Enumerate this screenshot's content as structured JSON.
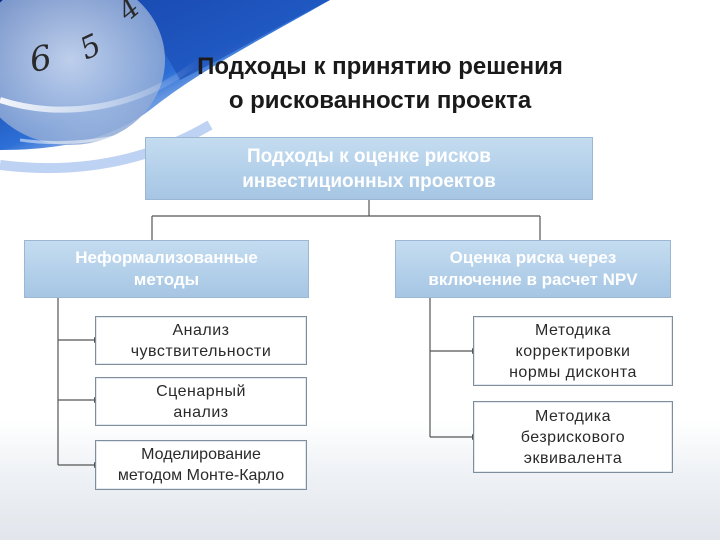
{
  "slide": {
    "title_line1": "Подходы к принятию решения",
    "title_line2": "о рискованности проекта"
  },
  "diagram": {
    "root": {
      "line1": "Подходы к оценке рисков",
      "line2": "инвестиционных проектов"
    },
    "left_branch": {
      "line1": "Неформализованные",
      "line2": "методы",
      "children": [
        {
          "line1": "Анализ",
          "line2": "чувствительности"
        },
        {
          "line1": "Сценарный",
          "line2": "анализ"
        },
        {
          "line1": "Моделирование",
          "line2": "методом Монте-Карло"
        }
      ]
    },
    "right_branch": {
      "line1": "Оценка риска через",
      "line2": "включение в расчет NPV",
      "children": [
        {
          "line1": "Методика",
          "line2": "корректировки",
          "line3": "нормы дисконта"
        },
        {
          "line1": "Методика",
          "line2": "безрискового",
          "line3": "эквивалента"
        }
      ]
    }
  }
}
